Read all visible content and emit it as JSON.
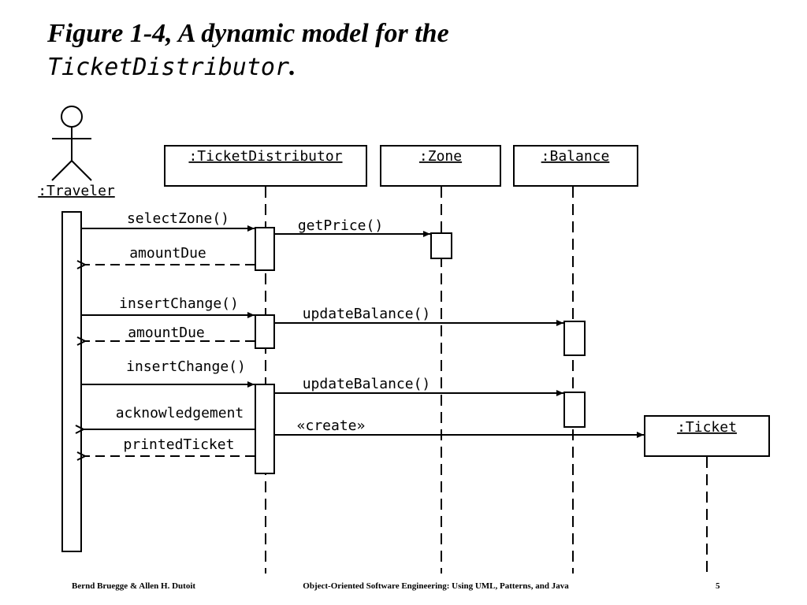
{
  "title": {
    "line1": "Figure 1-4, A dynamic model for the",
    "line2_mono": "TicketDistributor",
    "line2_suffix": "."
  },
  "objects": {
    "traveler": ":Traveler",
    "ticket_distributor": ":TicketDistributor",
    "zone": ":Zone",
    "balance": ":Balance",
    "ticket": ":Ticket"
  },
  "messages": {
    "select_zone": "selectZone()",
    "get_price": "getPrice()",
    "amount_due_1": "amountDue",
    "insert_change_1": "insertChange()",
    "update_balance_1": "updateBalance()",
    "amount_due_2": "amountDue",
    "insert_change_2": "insertChange()",
    "update_balance_2": "updateBalance()",
    "acknowledgement": "acknowledgement",
    "create": "«create»",
    "printed_ticket": "printedTicket"
  },
  "footer": {
    "authors": "Bernd Bruegge & Allen H. Dutoit",
    "book": "Object-Oriented Software Engineering: Using UML, Patterns, and Java",
    "page": "5"
  }
}
